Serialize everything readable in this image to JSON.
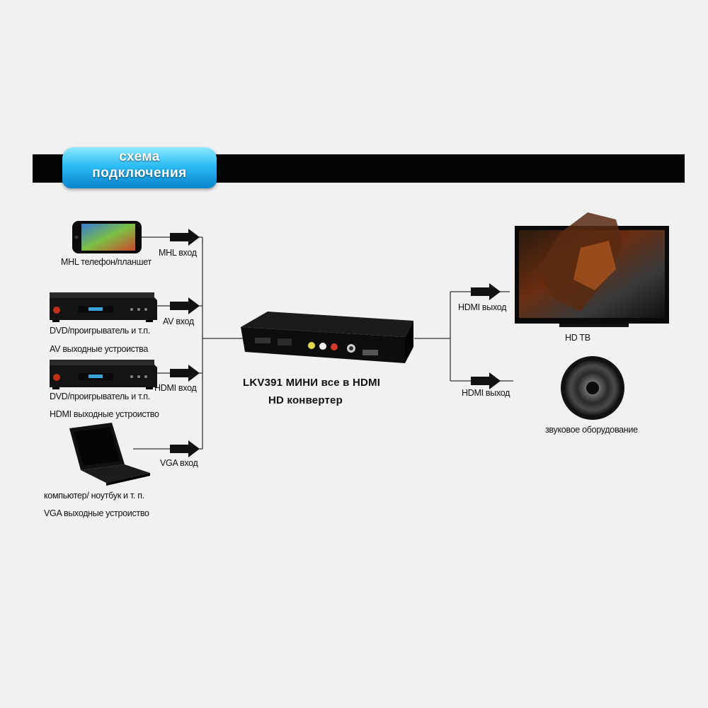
{
  "header": {
    "title_line1": "схема",
    "title_line2": "подключения"
  },
  "inputs": [
    {
      "device_label": "MHL телефон/планшет",
      "port_label": "MHL вход"
    },
    {
      "device_label": "DVD/проигрыватель и т.п.",
      "device_label_2": "AV выходные устроиства",
      "port_label": "AV вход"
    },
    {
      "device_label": "DVD/проигрыватель и т.п.",
      "device_label_2": "HDMI выходные устроиство",
      "port_label": "HDMI вход"
    },
    {
      "device_label": "компьютер/ ноутбук и т. п.",
      "device_label_2": "VGA выходные устроиство",
      "port_label": "VGA вход"
    }
  ],
  "converter": {
    "title_line1": "LKV391 МИНИ все в HDMI",
    "title_line2": "HD  конвертер"
  },
  "outputs": [
    {
      "port_label": "HDMI выход",
      "device_label": "HD TB"
    },
    {
      "port_label": "HDMI выход",
      "device_label": "звуковое оборудование"
    }
  ],
  "colors": {
    "header_bar": "#050505",
    "tab_accent": "#2cbdf3",
    "wire": "#333333",
    "background": "#f1f1f1"
  },
  "icons": [
    "phone-icon",
    "dvd-player-icon",
    "laptop-icon",
    "converter-box-icon",
    "tv-icon",
    "speaker-icon",
    "arrow-right-icon"
  ]
}
